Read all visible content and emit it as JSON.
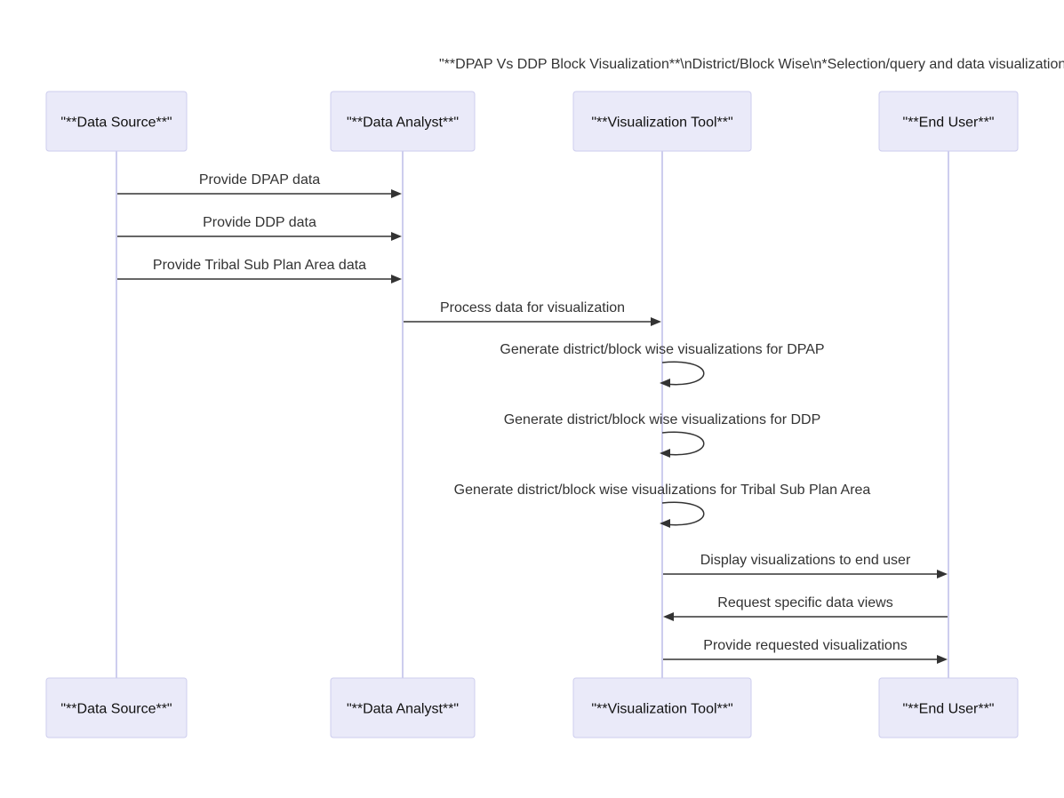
{
  "diagram": {
    "title": "\"**DPAP Vs DDP Block Visualization**\\nDistrict/Block Wise\\n*Selection/query and data visualization",
    "participants": [
      {
        "id": "ds",
        "label": "\"**Data Source**\""
      },
      {
        "id": "da",
        "label": "\"**Data Analyst**\""
      },
      {
        "id": "vt",
        "label": "\"**Visualization Tool**\""
      },
      {
        "id": "eu",
        "label": "\"**End User**\""
      }
    ],
    "messages": [
      {
        "from": "ds",
        "to": "da",
        "label": "Provide DPAP data"
      },
      {
        "from": "ds",
        "to": "da",
        "label": "Provide DDP data"
      },
      {
        "from": "ds",
        "to": "da",
        "label": "Provide Tribal Sub Plan Area data"
      },
      {
        "from": "da",
        "to": "vt",
        "label": "Process data for visualization"
      },
      {
        "from": "vt",
        "to": "vt",
        "label": "Generate district/block wise visualizations for DPAP"
      },
      {
        "from": "vt",
        "to": "vt",
        "label": "Generate district/block wise visualizations for DDP"
      },
      {
        "from": "vt",
        "to": "vt",
        "label": "Generate district/block wise visualizations for Tribal Sub Plan Area"
      },
      {
        "from": "vt",
        "to": "eu",
        "label": "Display visualizations to end user"
      },
      {
        "from": "eu",
        "to": "vt",
        "label": "Request specific data views"
      },
      {
        "from": "vt",
        "to": "eu",
        "label": "Provide requested visualizations"
      }
    ]
  }
}
